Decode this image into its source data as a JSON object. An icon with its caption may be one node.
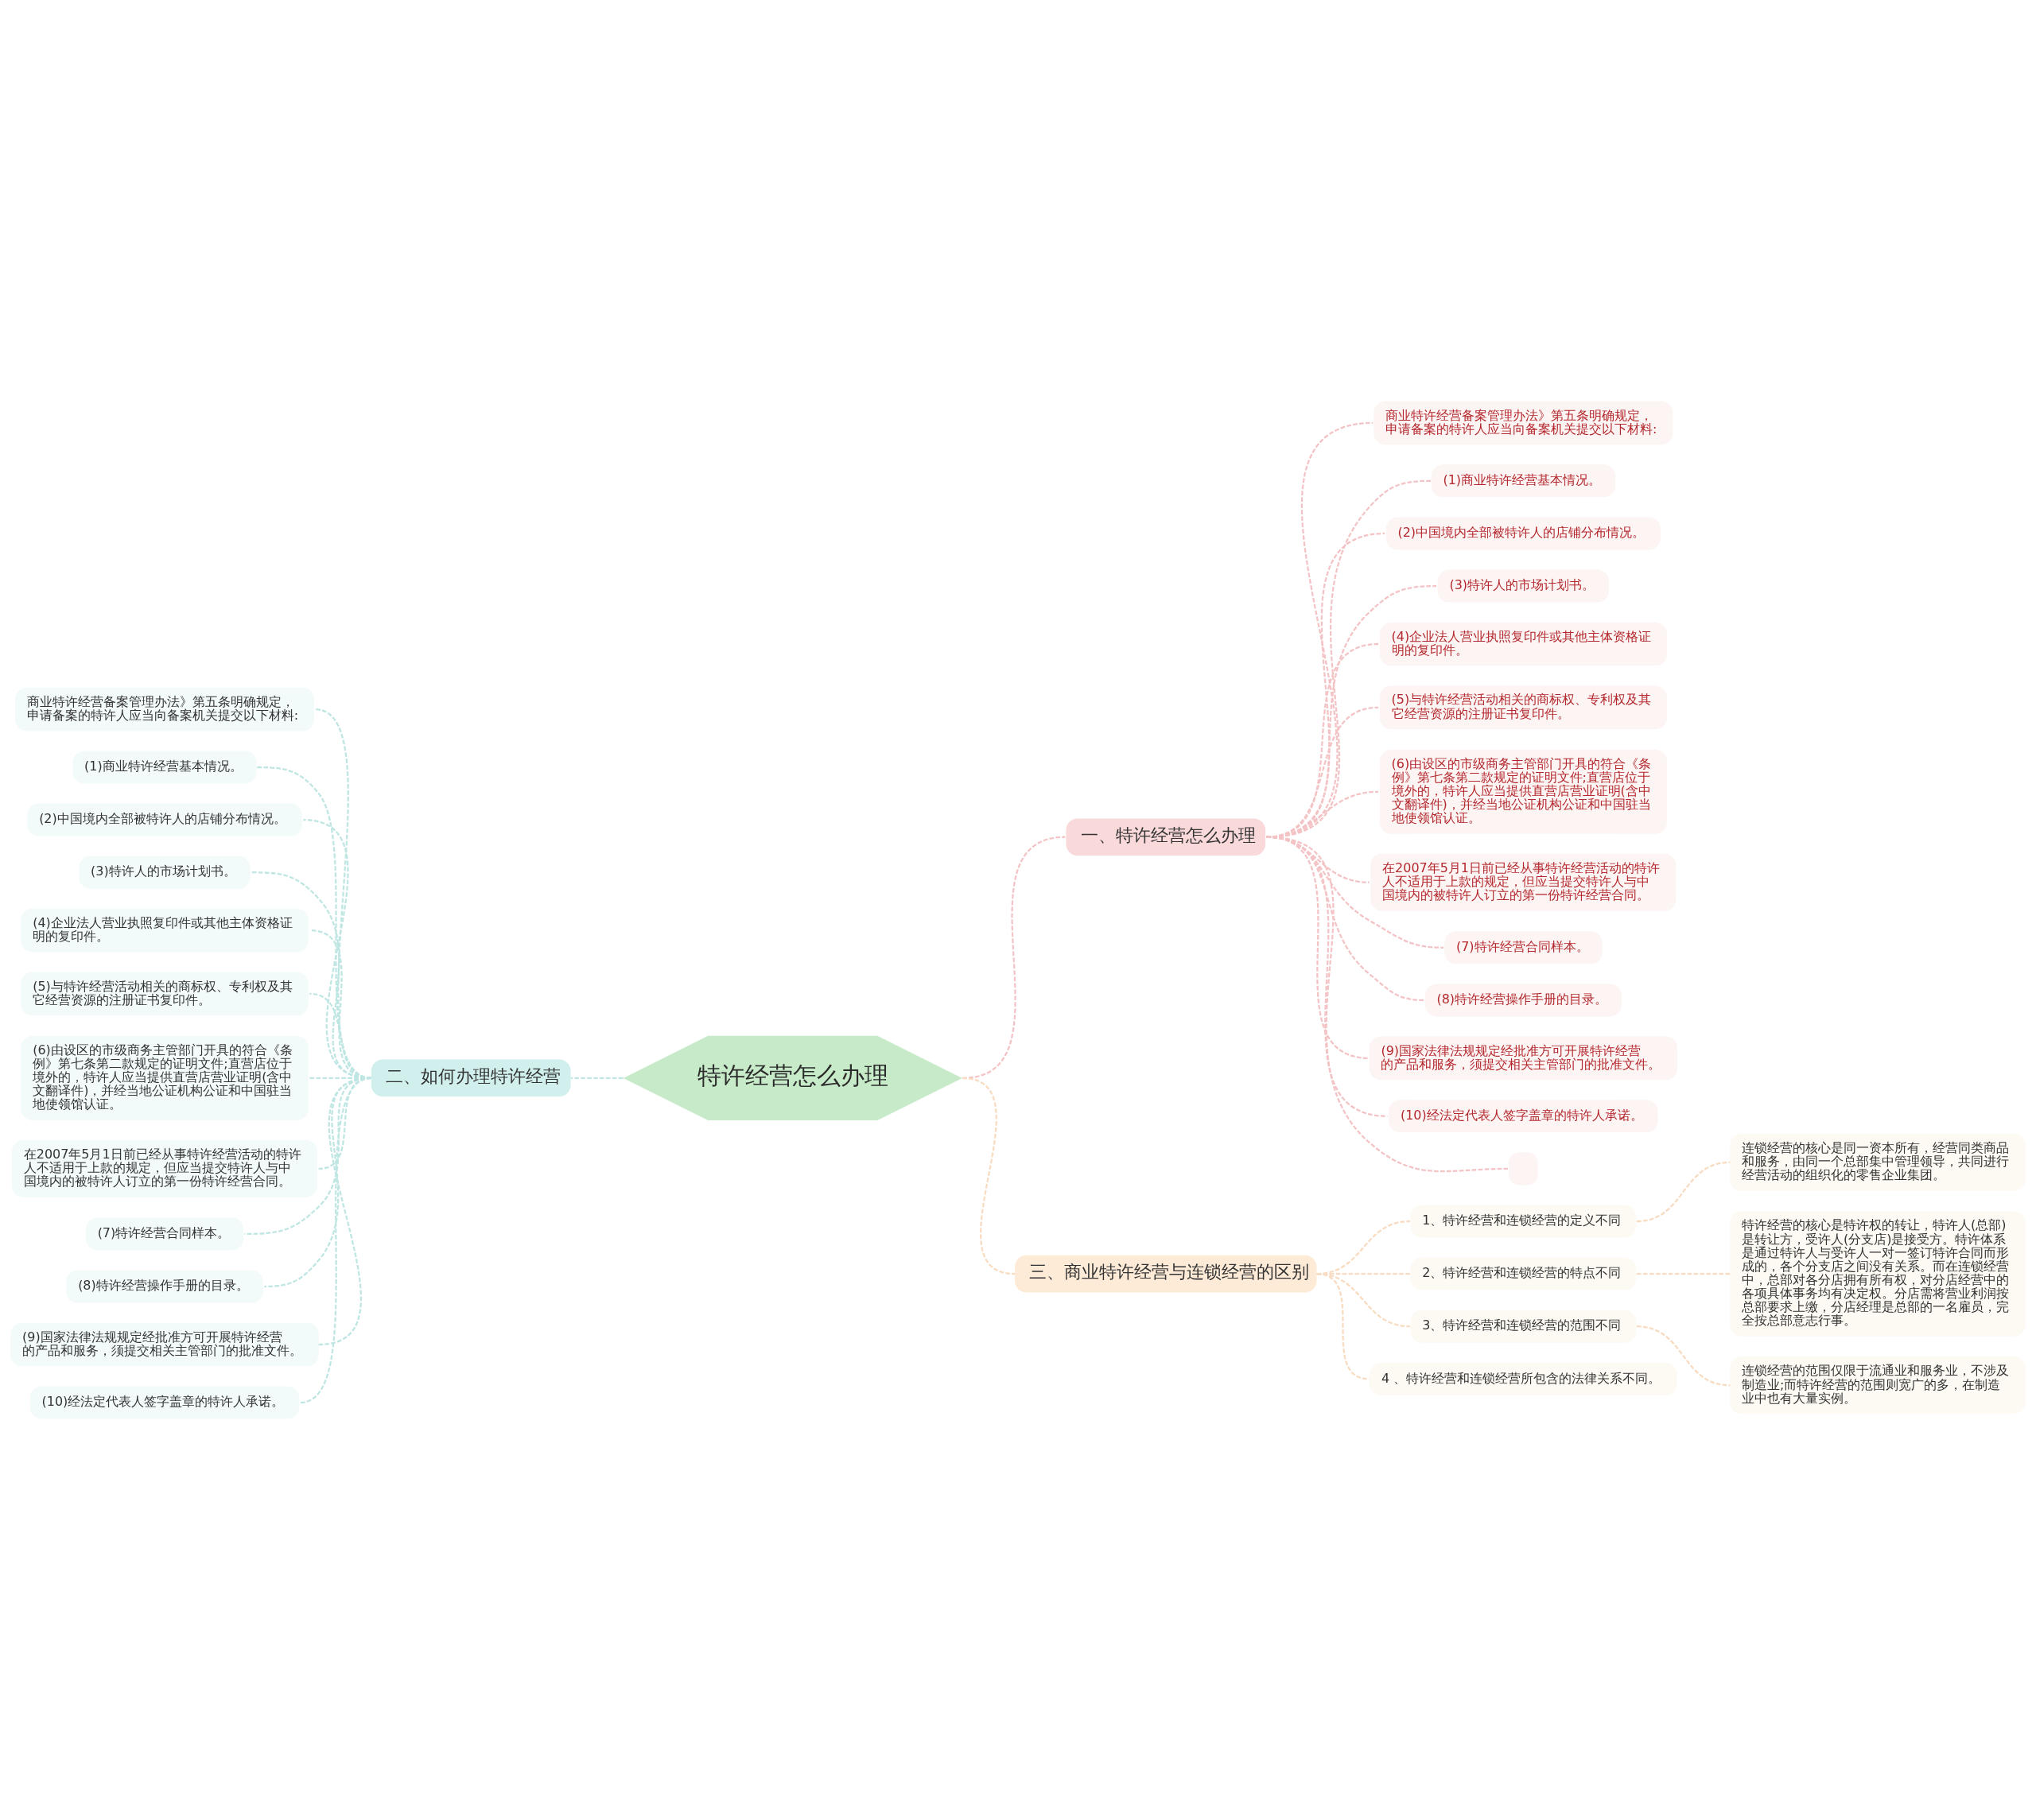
{
  "diagram": {
    "nodes": [
      {
        "text": [
          "特许经营怎么办理"
        ]
      },
      {
        "text": [
          "一、特许经营怎么办理"
        ]
      },
      {
        "text": [
          "商业特许经营备案管理办法》第五条明确规定，申请备案的特许人应当向备案机关提交以下材料:"
        ]
      },
      {
        "text": [
          "(1)商业特许经营基本情况。"
        ]
      },
      {
        "text": [
          "(2)中国境内全部被特许人的店铺分布情况。"
        ]
      },
      {
        "text": [
          "(3)特许人的市场计划书。"
        ]
      },
      {
        "text": [
          "(4)企业法人营业执照复印件或其他主体资格证明的复印件。"
        ]
      },
      {
        "text": [
          "(5)与特许经营活动相关的商标权、专利权及其它经营资源的注册证书复印件。"
        ]
      },
      {
        "text": [
          "(6)由设区的市级商务主管部门开具的符合《条例》第七条第二款规定的证明文件;直营店位于境外的，特许人应当提供直营店营业证明(含中文翻译件)，并经当地公证机构公证和中国驻当地使领馆认证。"
        ]
      },
      {
        "text": [
          "在2007年5月1日前已经从事特许经营活动的特许人不适用于上款的规定，但应当提交特许人与中国境内的被特许人订立的第一份特许经营合同。"
        ]
      },
      {
        "text": [
          "(7)特许经营合同样本。"
        ]
      },
      {
        "text": [
          "(8)特许经营操作手册的目录。"
        ]
      },
      {
        "text": [
          "(9)国家法律法规规定经批准方可开展特许经营的产品和服务，须提交相关主管部门的批准文件。"
        ]
      },
      {
        "text": [
          "(10)经法定代表人签字盖章的特许人承诺。"
        ]
      },
      {
        "text": [],
        "shape": "box"
      },
      {
        "text": [
          "二、如何办理特许经营"
        ]
      },
      {
        "text": [
          "商业特许经营备案管理办法》第五条明确规定，申请备案的特许人应当向备案机关提交以下材料:"
        ]
      },
      {
        "text": [
          "(1)商业特许经营基本情况。"
        ]
      },
      {
        "text": [
          "(2)中国境内全部被特许人的店铺分布情况。"
        ]
      },
      {
        "text": [
          "(3)特许人的市场计划书。"
        ]
      },
      {
        "text": [
          "(4)企业法人营业执照复印件或其他主体资格证明的复印件。"
        ]
      },
      {
        "text": [
          "(5)与特许经营活动相关的商标权、专利权及其它经营资源的注册证书复印件。"
        ]
      },
      {
        "text": [
          "(6)由设区的市级商务主管部门开具的符合《条例》第七条第二款规定的证明文件;直营店位于境外的，特许人应当提供直营店营业证明(含中文翻译件)，并经当地公证机构公证和中国驻当地使领馆认证。"
        ]
      },
      {
        "text": [
          "在2007年5月1日前已经从事特许经营活动的特许人不适用于上款的规定，但应当提交特许人与中国境内的被特许人订立的第一份特许经营合同。"
        ]
      },
      {
        "text": [
          "(7)特许经营合同样本。"
        ]
      },
      {
        "text": [
          "(8)特许经营操作手册的目录。"
        ]
      },
      {
        "text": [
          "(9)国家法律法规规定经批准方可开展特许经营的产品和服务，须提交相关主管部门的批准文件。"
        ]
      },
      {
        "text": [
          "(10)经法定代表人签字盖章的特许人承诺。"
        ]
      },
      {
        "text": [
          "三、商业特许经营与连锁经营的区别"
        ]
      },
      {
        "text": [
          "1、特许经营和连锁经营的定义不同"
        ]
      },
      {
        "text": [
          "连锁经营的核心是同一资本所有，经营同类商品和服务，由同一个总部集中管理领导，共同进行经营活动的组织化的零售企业集团。"
        ]
      },
      {
        "text": [
          "2、特许经营和连锁经营的特点不同"
        ]
      },
      {
        "text": [
          "特许经营的核心是特许权的转让，特许人(总部)是转让方，受许人(分支店)是接受方。特许体系是通过特许人与受许人一对一签订特许合同而形成的，各个分支店之间没有关系。而在连锁经营中，总部对各分店拥有所有权，对分店经营中的各项具体事务均有决定权。分店需将营业利润按总部要求上缴，分店经理是总部的一名雇员，完全按总部意志行事。"
        ]
      },
      {
        "text": [
          "3、特许经营和连锁经营的范围不同"
        ]
      },
      {
        "text": [
          "连锁经营的范围仅限于流通业和服务业，不涉及制造业;而特许经营的范围则宽广的多，在制造业中也有大量实例。"
        ]
      },
      {
        "text": [
          "4 、特许经营和连锁经营所包含的法律关系不同。"
        ]
      }
    ],
    "edges": [
      {
        "from": 0,
        "to": 1,
        "arrow": "none",
        "style": "dashed",
        "color": "#f3c3c5"
      },
      {
        "from": 1,
        "to": 2,
        "arrow": "none",
        "style": "dashed",
        "color": "#f3c3c5"
      },
      {
        "from": 1,
        "to": 3,
        "arrow": "none",
        "style": "dashed",
        "color": "#f3c3c5"
      },
      {
        "from": 1,
        "to": 4,
        "arrow": "none",
        "style": "dashed",
        "color": "#f3c3c5"
      },
      {
        "from": 1,
        "to": 5,
        "arrow": "none",
        "style": "dashed",
        "color": "#f3c3c5"
      },
      {
        "from": 1,
        "to": 6,
        "arrow": "none",
        "style": "dashed",
        "color": "#f3c3c5"
      },
      {
        "from": 1,
        "to": 7,
        "arrow": "none",
        "style": "dashed",
        "color": "#f3c3c5"
      },
      {
        "from": 1,
        "to": 8,
        "arrow": "none",
        "style": "dashed",
        "color": "#f3c3c5"
      },
      {
        "from": 1,
        "to": 9,
        "arrow": "none",
        "style": "dashed",
        "color": "#f3c3c5"
      },
      {
        "from": 1,
        "to": 10,
        "arrow": "none",
        "style": "dashed",
        "color": "#f3c3c5"
      },
      {
        "from": 1,
        "to": 11,
        "arrow": "none",
        "style": "dashed",
        "color": "#f3c3c5"
      },
      {
        "from": 1,
        "to": 12,
        "arrow": "none",
        "style": "dashed",
        "color": "#f3c3c5"
      },
      {
        "from": 1,
        "to": 13,
        "arrow": "none",
        "style": "dashed",
        "color": "#f3c3c5"
      },
      {
        "from": 1,
        "to": 14,
        "arrow": "none",
        "style": "dashed",
        "color": "#f3c3c5"
      },
      {
        "from": 0,
        "to": 15,
        "arrow": "none",
        "style": "dashed",
        "color": "#bfe6e2"
      },
      {
        "from": 15,
        "to": 16,
        "arrow": "none",
        "style": "dashed",
        "color": "#bfe6e2"
      },
      {
        "from": 15,
        "to": 17,
        "arrow": "none",
        "style": "dashed",
        "color": "#bfe6e2"
      },
      {
        "from": 15,
        "to": 18,
        "arrow": "none",
        "style": "dashed",
        "color": "#bfe6e2"
      },
      {
        "from": 15,
        "to": 19,
        "arrow": "none",
        "style": "dashed",
        "color": "#bfe6e2"
      },
      {
        "from": 15,
        "to": 20,
        "arrow": "none",
        "style": "dashed",
        "color": "#bfe6e2"
      },
      {
        "from": 15,
        "to": 21,
        "arrow": "none",
        "style": "dashed",
        "color": "#bfe6e2"
      },
      {
        "from": 15,
        "to": 22,
        "arrow": "none",
        "style": "dashed",
        "color": "#bfe6e2"
      },
      {
        "from": 15,
        "to": 23,
        "arrow": "none",
        "style": "dashed",
        "color": "#bfe6e2"
      },
      {
        "from": 15,
        "to": 24,
        "arrow": "none",
        "style": "dashed",
        "color": "#bfe6e2"
      },
      {
        "from": 15,
        "to": 25,
        "arrow": "none",
        "style": "dashed",
        "color": "#bfe6e2"
      },
      {
        "from": 15,
        "to": 26,
        "arrow": "none",
        "style": "dashed",
        "color": "#bfe6e2"
      },
      {
        "from": 15,
        "to": 27,
        "arrow": "none",
        "style": "dashed",
        "color": "#bfe6e2"
      },
      {
        "from": 0,
        "to": 28,
        "arrow": "none",
        "style": "dashed",
        "color": "#f8dcc2"
      },
      {
        "from": 28,
        "to": 29,
        "arrow": "none",
        "style": "dashed",
        "color": "#f8dcc2"
      },
      {
        "from": 29,
        "to": 30,
        "arrow": "none",
        "style": "dashed",
        "color": "#f8dcc2"
      },
      {
        "from": 28,
        "to": 31,
        "arrow": "none",
        "style": "dashed",
        "color": "#f8dcc2"
      },
      {
        "from": 31,
        "to": 32,
        "arrow": "none",
        "style": "dashed",
        "color": "#f8dcc2"
      },
      {
        "from": 28,
        "to": 33,
        "arrow": "none",
        "style": "dashed",
        "color": "#f8dcc2"
      },
      {
        "from": 33,
        "to": 34,
        "arrow": "none",
        "style": "dashed",
        "color": "#f8dcc2"
      },
      {
        "from": 28,
        "to": 35,
        "arrow": "none",
        "style": "dashed",
        "color": "#f8dcc2"
      }
    ]
  }
}
